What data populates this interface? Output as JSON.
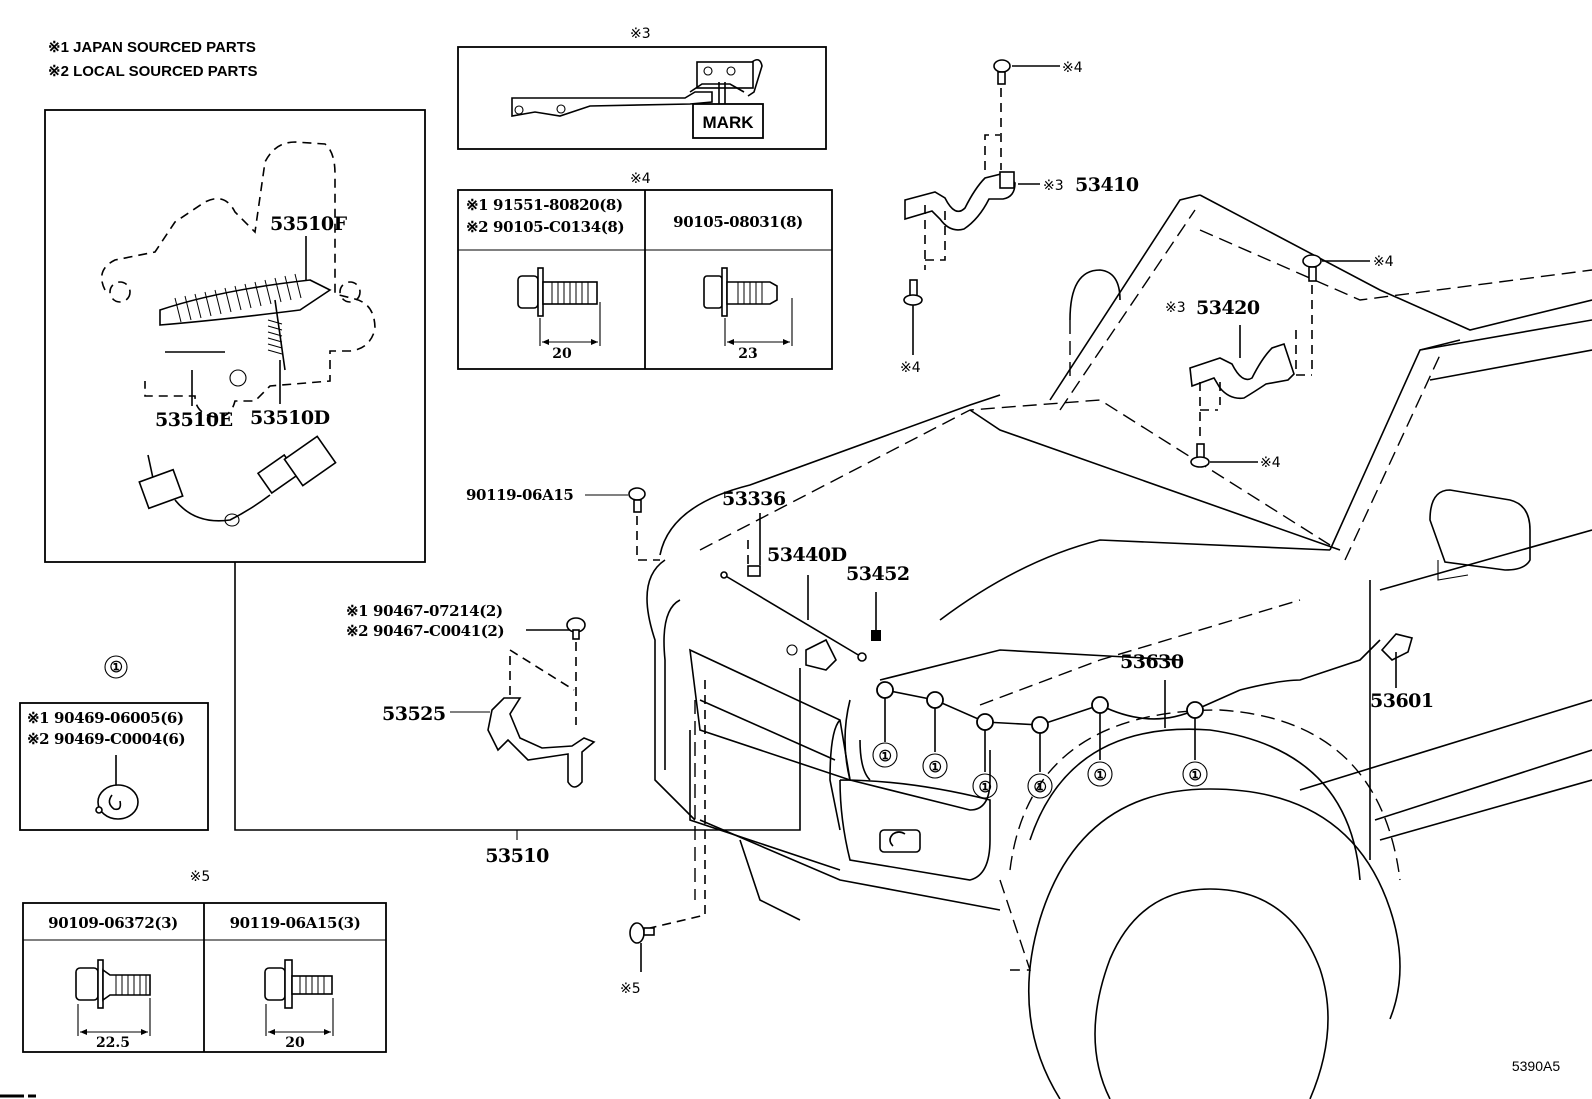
{
  "legend": {
    "japan": "※1 JAPAN SOURCED PARTS",
    "local": "※2 LOCAL SOURCED PARTS"
  },
  "inset_hinge": {
    "title": "※3",
    "mark_label": "MARK"
  },
  "inset_bolts_4": {
    "title": "※4",
    "columns": [
      {
        "lines": [
          "※1 91551-80820(8)",
          "※2 90105-C0134(8)"
        ],
        "length": "20"
      },
      {
        "lines": [
          "90105-08031(8)"
        ],
        "length": "23"
      }
    ]
  },
  "inset_lock": {
    "labels": [
      "53510F",
      "53510E",
      "53510D"
    ]
  },
  "inset_clip": {
    "title": "①",
    "lines": [
      "※1 90469-06005(6)",
      "※2 90469-C0004(6)"
    ]
  },
  "inset_bolts_5": {
    "title": "※5",
    "columns": [
      {
        "header": "90109-06372(3)",
        "length": "22.5"
      },
      {
        "header": "90119-06A15(3)",
        "length": "20"
      }
    ]
  },
  "callouts": {
    "p53410": "53410",
    "p53410_note": "※3",
    "p53420": "53420",
    "p53420_note": "※3",
    "ref4": "※4",
    "ref5": "※5",
    "bolt_90119": "90119-06A15",
    "clip_90467_1": "※1 90467-07214(2)",
    "clip_90467_2": "※2 90467-C0041(2)",
    "p53336": "53336",
    "p53440D": "53440D",
    "p53452": "53452",
    "p53525": "53525",
    "p53510": "53510",
    "p53630": "53630",
    "p53601": "53601",
    "clip_ref": "①"
  },
  "figure_code": "5390A5"
}
